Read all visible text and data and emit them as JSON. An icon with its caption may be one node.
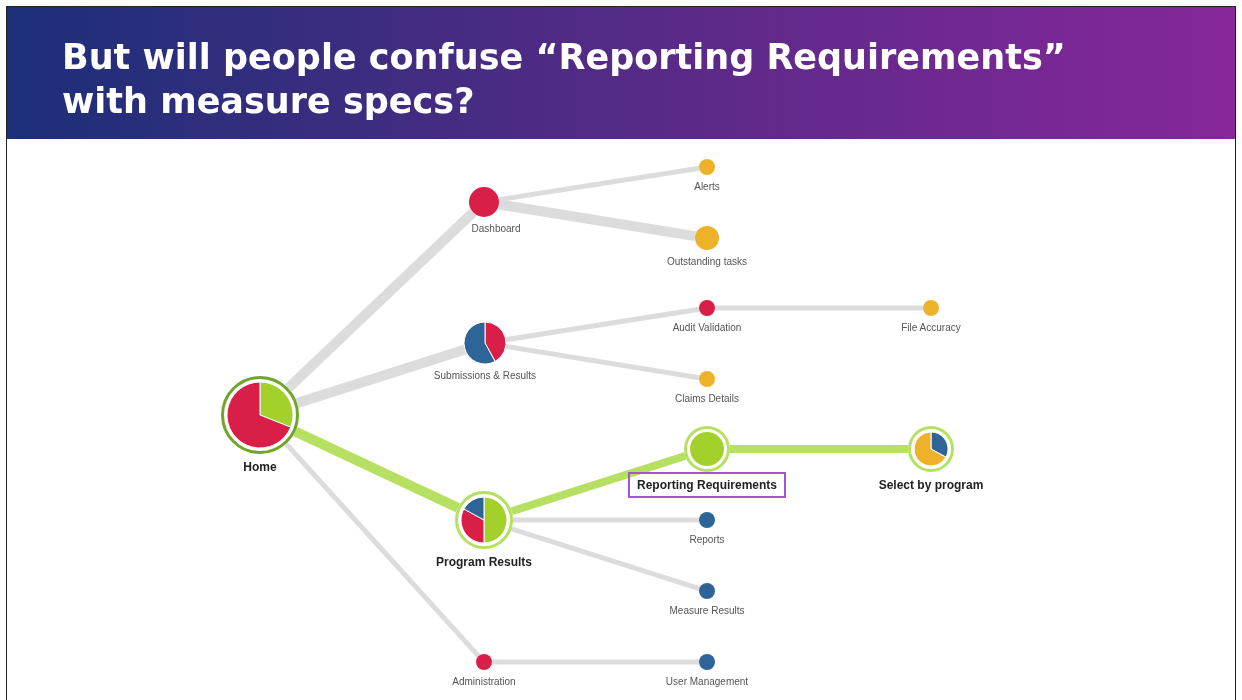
{
  "diagram": {
    "title": "But will people confuse “Reporting Requirements” with measure specs?",
    "nodes": [
      {
        "text": [
          "Home"
        ]
      },
      {
        "text": [
          "Dashboard"
        ]
      },
      {
        "text": [
          "Alerts"
        ]
      },
      {
        "text": [
          "Outstanding tasks"
        ]
      },
      {
        "text": [
          "Submissions & Results"
        ]
      },
      {
        "text": [
          "Audit Validation"
        ]
      },
      {
        "text": [
          "File Accuracy"
        ]
      },
      {
        "text": [
          "Claims Details"
        ]
      },
      {
        "text": [
          "Program Results"
        ]
      },
      {
        "text": [
          "Reporting Requirements"
        ]
      },
      {
        "text": [
          "Select by program"
        ]
      },
      {
        "text": [
          "Reports"
        ]
      },
      {
        "text": [
          "Measure Results"
        ]
      },
      {
        "text": [
          "Administration"
        ]
      },
      {
        "text": [
          "User Management"
        ]
      }
    ],
    "edges": [
      {
        "from": 0,
        "to": 1,
        "arrow": "none",
        "style": "thick"
      },
      {
        "from": 0,
        "to": 4,
        "arrow": "none",
        "style": "thick"
      },
      {
        "from": 0,
        "to": 8,
        "arrow": "none",
        "style": "thick",
        "color": "#b5e061"
      },
      {
        "from": 0,
        "to": 13,
        "arrow": "none"
      },
      {
        "from": 1,
        "to": 2,
        "arrow": "none"
      },
      {
        "from": 1,
        "to": 3,
        "arrow": "none",
        "style": "thick"
      },
      {
        "from": 4,
        "to": 5,
        "arrow": "none"
      },
      {
        "from": 4,
        "to": 7,
        "arrow": "none"
      },
      {
        "from": 5,
        "to": 6,
        "arrow": "none"
      },
      {
        "from": 8,
        "to": 9,
        "arrow": "none",
        "color": "#b5e061"
      },
      {
        "from": 9,
        "to": 10,
        "arrow": "none",
        "color": "#b5e061"
      },
      {
        "from": 8,
        "to": 11,
        "arrow": "none"
      },
      {
        "from": 8,
        "to": 12,
        "arrow": "none"
      },
      {
        "from": 13,
        "to": 14,
        "arrow": "none"
      }
    ]
  }
}
